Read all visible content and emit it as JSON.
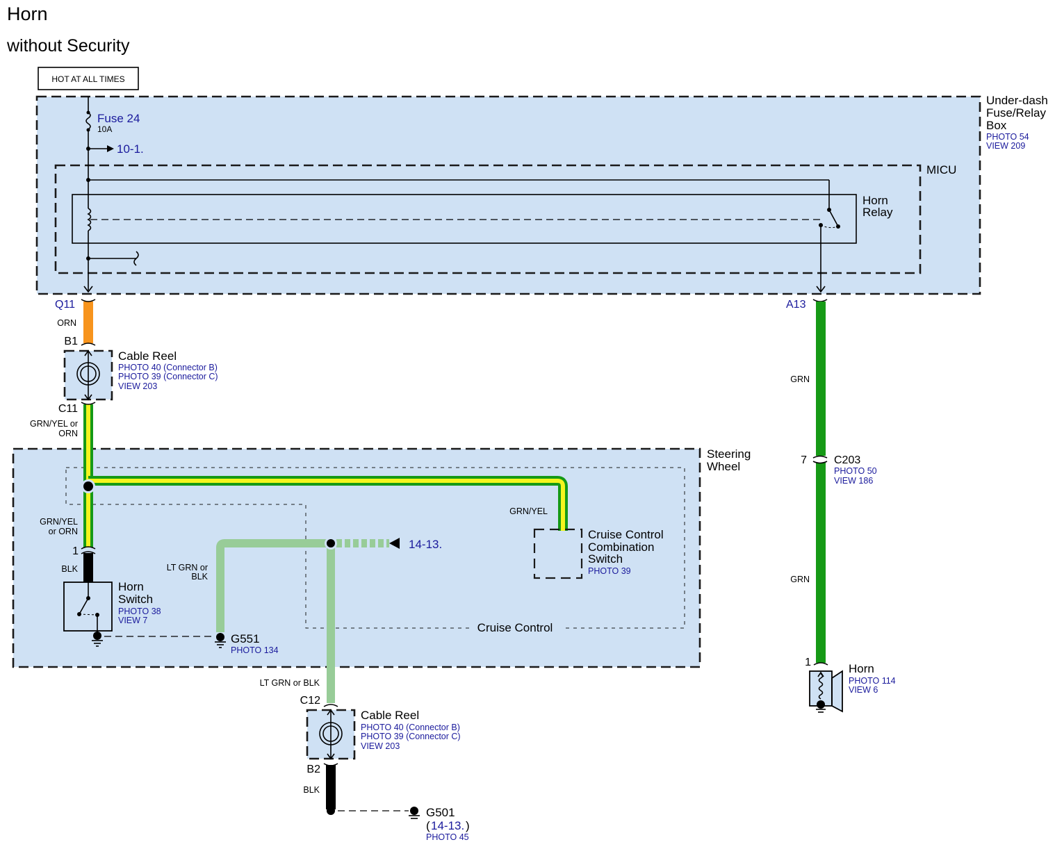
{
  "title": "Horn",
  "subtitle": "without Security",
  "power_source": "HOT AT ALL TIMES",
  "colors": {
    "box_fill": "#cfe1f4",
    "wire_orange": "#f7941d",
    "wire_green": "#169a16",
    "wire_yellow": "#f5f51e",
    "wire_lt_green": "#98cc98",
    "wire_black": "#000000",
    "ref_blue": "#1a1a9c"
  },
  "fuse_box": {
    "name_line1": "Under-dash",
    "name_line2": "Fuse/Relay",
    "name_line3": "Box",
    "photo": "PHOTO 54",
    "view": "VIEW 209",
    "fuse_label": "Fuse 24",
    "fuse_rating": "10A",
    "branch_ref": "10-1.",
    "micu_label": "MICU",
    "relay_line1": "Horn",
    "relay_line2": "Relay",
    "terminal_left": "Q11",
    "terminal_right": "A13"
  },
  "wires": {
    "orn": "ORN",
    "grn_yel_or_orn_1": "GRN/YEL or",
    "grn_yel_or_orn_2": "ORN",
    "grn_yel_or_orn_b1": "GRN/YEL",
    "grn_yel_or_orn_b2": "or ORN",
    "blk": "BLK",
    "grn_yel": "GRN/YEL",
    "lt_grn_or_blk_1": "LT GRN or",
    "lt_grn_or_blk_2": "BLK",
    "lt_grn_or_blk_full": "LT GRN or BLK",
    "blk_lower": "BLK",
    "grn_upper": "GRN",
    "grn_lower": "GRN"
  },
  "cable_reel_upper": {
    "name": "Cable Reel",
    "photo_b": "PHOTO 40 (Connector B)",
    "photo_c": "PHOTO 39 (Connector C)",
    "view": "VIEW 203",
    "top_pin": "B1",
    "bottom_pin": "C11"
  },
  "steering_wheel": {
    "name_line1": "Steering",
    "name_line2": "Wheel",
    "cruise_group": "Cruise Control"
  },
  "horn_switch": {
    "pin": "1",
    "name_line1": "Horn",
    "name_line2": "Switch",
    "photo": "PHOTO 38",
    "view": "VIEW 7"
  },
  "g551": {
    "name": "G551",
    "photo": "PHOTO 134"
  },
  "cruise_switch": {
    "line1": "Cruise Control",
    "line2": "Combination",
    "line3": "Switch",
    "photo": "PHOTO 39"
  },
  "ground_ref": "14-13.",
  "cable_reel_lower": {
    "name": "Cable Reel",
    "photo_b": "PHOTO 40 (Connector B)",
    "photo_c": "PHOTO 39 (Connector C)",
    "view": "VIEW 203",
    "top_pin": "C12",
    "bottom_pin": "B2"
  },
  "g501": {
    "name": "G501",
    "ref_open": "(",
    "ref": "14-13.",
    "ref_close": ")",
    "photo": "PHOTO 45"
  },
  "c203": {
    "pin": "7",
    "name": "C203",
    "photo": "PHOTO 50",
    "view": "VIEW 186"
  },
  "horn": {
    "pin": "1",
    "name": "Horn",
    "photo": "PHOTO 114",
    "view": "VIEW 6"
  }
}
